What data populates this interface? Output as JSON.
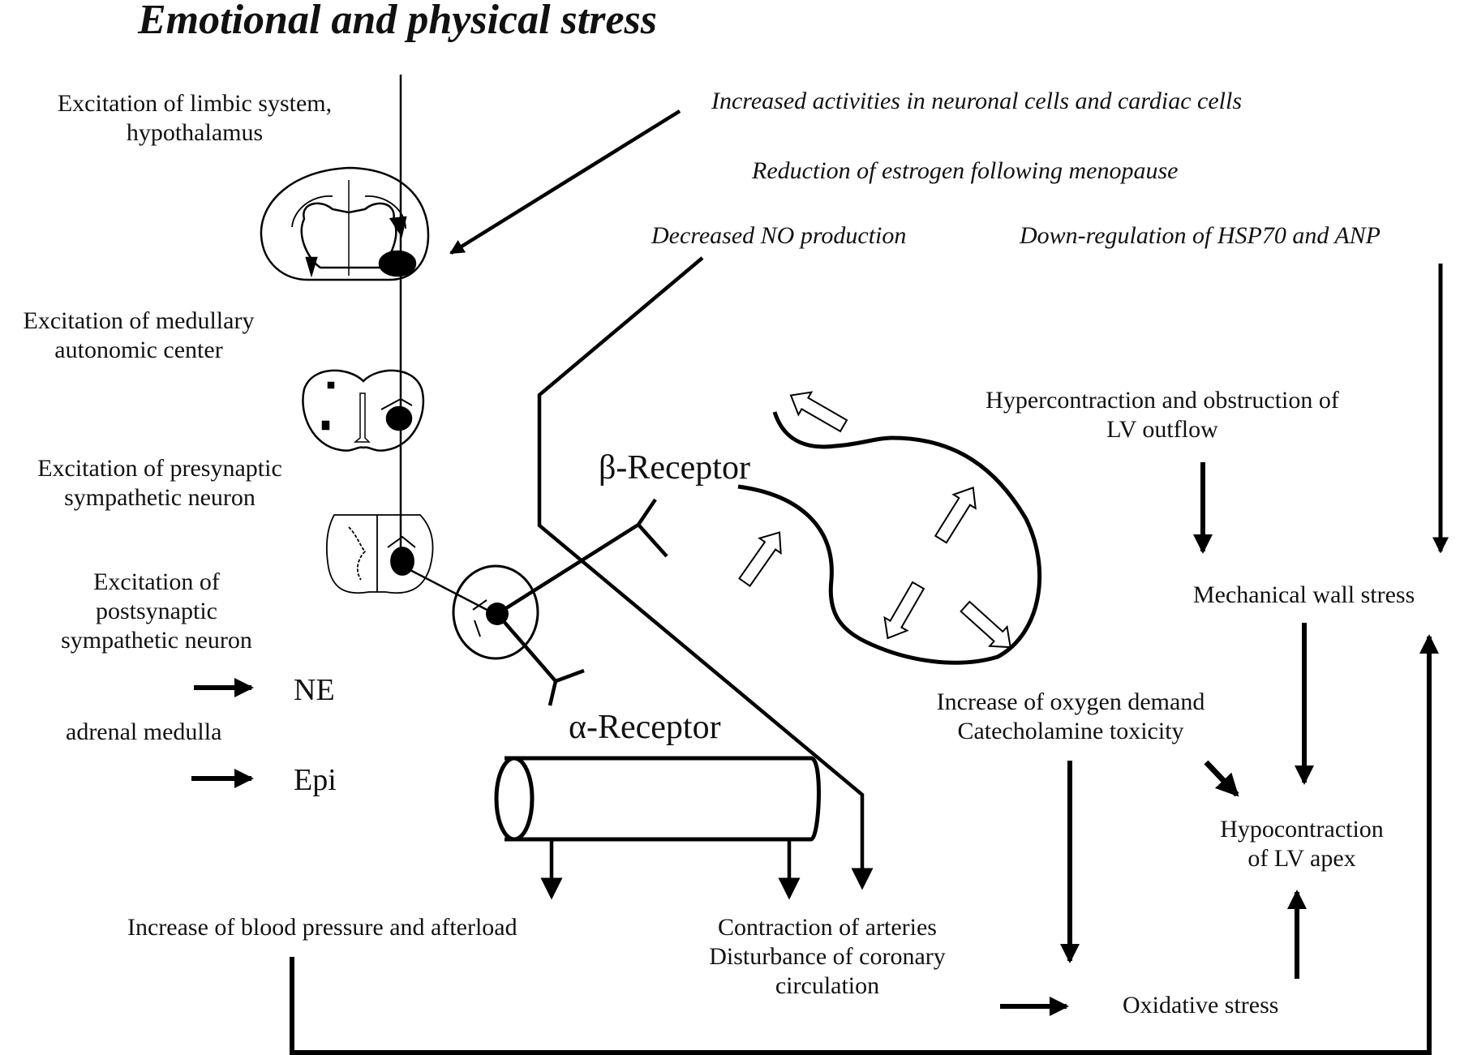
{
  "title": "Emotional and physical stress",
  "left_labels": {
    "limbic": [
      "Excitation of limbic system,",
      "hypothalamus"
    ],
    "medullary": [
      "Excitation of medullary",
      "autonomic center"
    ],
    "presynaptic": [
      "Excitation of presynaptic",
      "sympathetic neuron"
    ],
    "postsynaptic": [
      "Excitation of",
      "postsynaptic",
      "sympathetic neuron"
    ],
    "ne": "NE",
    "adrenal": "adrenal medulla",
    "epi": "Epi"
  },
  "modulators": {
    "neuronal_cardiac": "Increased activities in neuronal cells and cardiac cells",
    "estrogen": "Reduction of estrogen following menopause",
    "no_production": "Decreased NO production",
    "hsp70_anp": "Down-regulation of HSP70 and ANP"
  },
  "receptors": {
    "beta": "β-Receptor",
    "alpha": "α-Receptor"
  },
  "effects": {
    "hypercontraction": [
      "Hypercontraction and obstruction of",
      "LV outflow"
    ],
    "wall_stress": "Mechanical wall stress",
    "oxygen": [
      "Increase of oxygen demand",
      "Catecholamine toxicity"
    ],
    "hypocontraction": [
      "Hypocontraction",
      "of LV apex"
    ],
    "blood_pressure": "Increase of blood pressure and afterload",
    "arteries": [
      "Contraction of arteries",
      "Disturbance of coronary",
      "circulation"
    ],
    "oxidative": "Oxidative stress"
  },
  "icons": {
    "brain": "brain-coronal-section-icon",
    "medulla": "medulla-section-icon",
    "spinal": "spinal-cord-section-icon",
    "ganglion": "sympathetic-ganglion-icon",
    "heart": "left-ventricle-icon",
    "vessel": "artery-cylinder-icon"
  }
}
